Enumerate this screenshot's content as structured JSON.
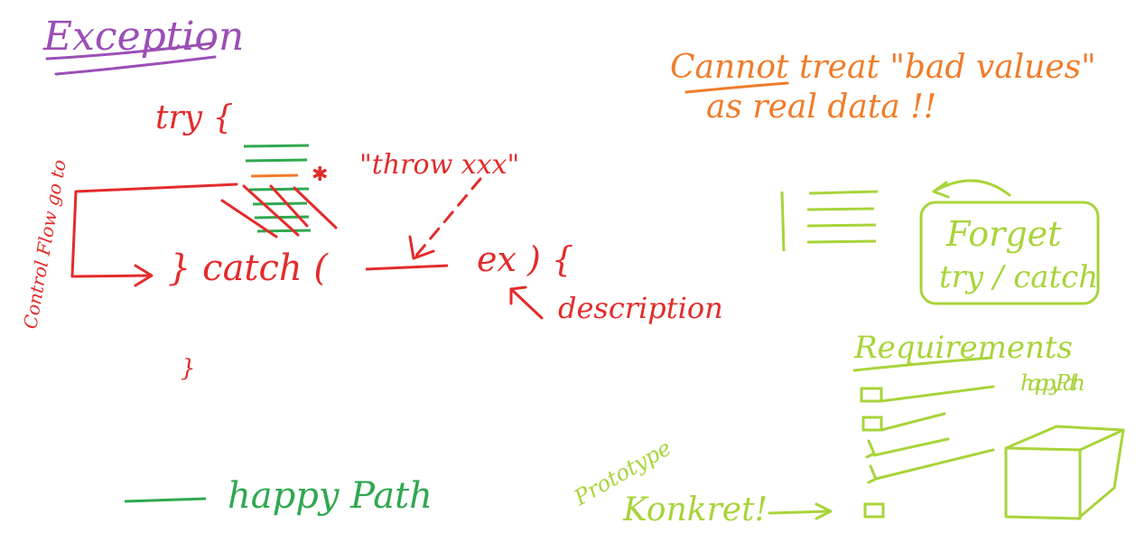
{
  "colors": {
    "purple": "#9b4fb5",
    "red": "#e32b2b",
    "orange": "#f07c2a",
    "green": "#2fa84f",
    "lime": "#a8d43a"
  },
  "purple": {
    "title": "Exception"
  },
  "red": {
    "try": "try {",
    "throw": "\"throw xxx\"",
    "catch": "} catch (",
    "ex": "ex ) {",
    "description": "description",
    "closing": "}",
    "control_flow": "Control Flow go to"
  },
  "green": {
    "happy_path": "happy Path"
  },
  "orange": {
    "line1": "Cannot treat \"bad values\"",
    "line2": "as real data !!"
  },
  "lime": {
    "forget": "Forget",
    "try_catch": "try / catch",
    "requirements": "Requirements",
    "happy_path": "happy Path",
    "prototype": "Prototype",
    "konkret": "Konkret!"
  }
}
